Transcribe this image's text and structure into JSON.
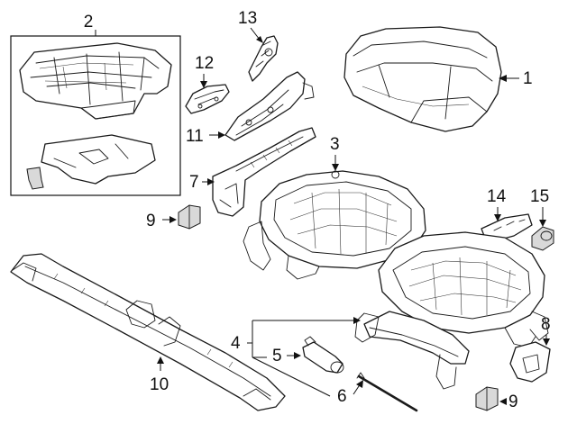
{
  "diagram": {
    "callouts": {
      "c1": "1",
      "c2": "2",
      "c3": "3",
      "c4": "4",
      "c5": "5",
      "c6": "6",
      "c7": "7",
      "c8": "8",
      "c9a": "9",
      "c9b": "9",
      "c10": "10",
      "c11": "11",
      "c12": "12",
      "c13": "13",
      "c14": "14",
      "c15": "15"
    }
  }
}
